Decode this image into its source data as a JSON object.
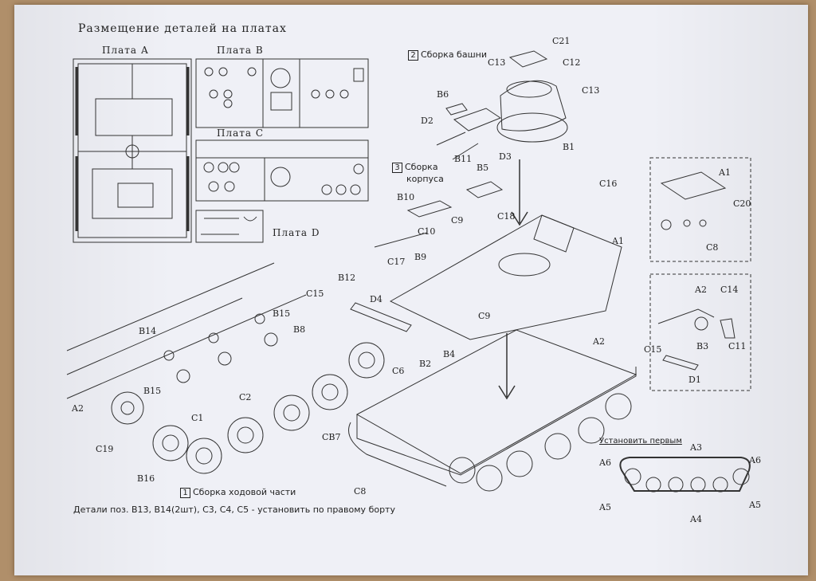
{
  "title": "Размещение деталей на платах",
  "plates": {
    "a": "Плата А",
    "b": "Плата B",
    "c": "Плата C",
    "d": "Плата D"
  },
  "steps": {
    "s1": {
      "num": "1",
      "text": "Сборка ходовой части"
    },
    "s2": {
      "num": "2",
      "text": "Сборка   башни"
    },
    "s3": {
      "num": "3",
      "text": "Сборка",
      "text2": "корпуса"
    }
  },
  "note": "Детали поз. B13, B14(2шт), C3, C4, C5 - установить по правому борту",
  "install_first": "Установить первым",
  "labels": {
    "c21": "C21",
    "c13a": "C13",
    "c12": "C12",
    "c13b": "C13",
    "b6": "B6",
    "d2": "D2",
    "b1": "B1",
    "b11": "B11",
    "d3": "D3",
    "b5": "B5",
    "c16": "C16",
    "b10": "B10",
    "c9a": "C9",
    "c18": "C18",
    "c10": "C10",
    "a1a": "A1",
    "b9": "B9",
    "c17": "C17",
    "b12": "B12",
    "d4": "D4",
    "c9b": "C9",
    "c15a": "C15",
    "b15a": "B15",
    "b8": "B8",
    "b14": "B14",
    "b4": "B4",
    "b2": "B2",
    "c6": "C6",
    "a2a": "A2",
    "b15b": "B15",
    "c2": "C2",
    "a2b": "A2",
    "c1": "C1",
    "c19": "C19",
    "cb7": "CB7",
    "b16": "B16",
    "c8a": "C8",
    "a1b": "A1",
    "c20": "C20",
    "c8b": "C8",
    "a2c": "A2",
    "c14": "C14",
    "c15b": "C15",
    "b3": "B3",
    "c11": "C11",
    "d1": "D1",
    "a3": "A3",
    "a6a": "A6",
    "a6b": "A6",
    "a5a": "A5",
    "a5b": "A5",
    "a4": "A4"
  }
}
